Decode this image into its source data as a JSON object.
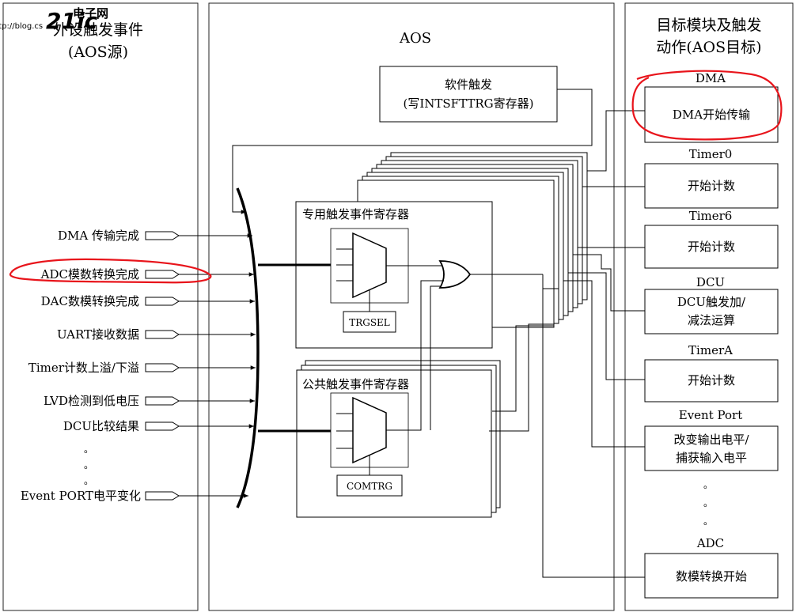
{
  "left_panel": {
    "title_line1": "外设触发事件",
    "title_line2": "(AOS源)",
    "sources": [
      "DMA 传输完成",
      "ADC模数转换完成",
      "DAC数模转换完成",
      "UART接收数据",
      "Timer计数上溢/下溢",
      "LVD检测到低电压",
      "DCU比较结果",
      "Event PORT电平变化"
    ],
    "ellipsis": [
      "。",
      "。",
      "。"
    ]
  },
  "middle_panel": {
    "title": "AOS",
    "software_trigger_line1": "软件触发",
    "software_trigger_line2": "(写INTSFTTRG寄存器)",
    "dedicated_register": "专用触发事件寄存器",
    "dedicated_select": "TRGSEL",
    "common_register": "公共触发事件寄存器",
    "common_select": "COMTRG"
  },
  "right_panel": {
    "title_line1": "目标模块及触发",
    "title_line2": "动作(AOS目标)",
    "targets": [
      {
        "name": "DMA",
        "action1": "DMA开始传输",
        "action2": ""
      },
      {
        "name": "Timer0",
        "action1": "开始计数",
        "action2": ""
      },
      {
        "name": "Timer6",
        "action1": "开始计数",
        "action2": ""
      },
      {
        "name": "DCU",
        "action1": "DCU触发加/",
        "action2": "减法运算"
      },
      {
        "name": "TimerA",
        "action1": "开始计数",
        "action2": ""
      },
      {
        "name": "Event Port",
        "action1": "改变输出电平/",
        "action2": "捕获输入电平"
      },
      {
        "name": "ADC",
        "action1": "数模转换开始",
        "action2": ""
      }
    ],
    "ellipsis": [
      "。",
      "。",
      "。"
    ]
  },
  "watermark": {
    "logo": "21ic",
    "text": "电子网",
    "url": "http://blog.cs"
  },
  "colors": {
    "line": "#000000",
    "highlight": "#e8141b",
    "panel_border": "#222222"
  }
}
